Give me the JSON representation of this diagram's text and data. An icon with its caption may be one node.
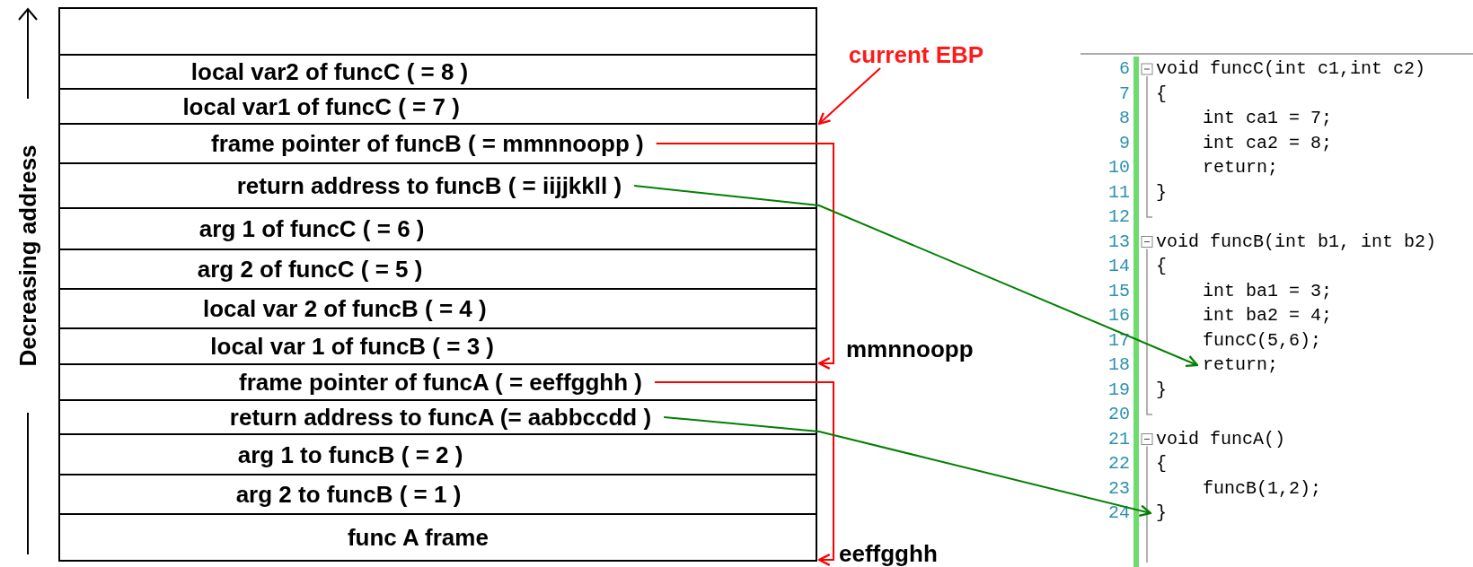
{
  "diagram": {
    "nodes": [
      {
        "text": [],
        "shape": "box"
      },
      {
        "text": [
          "local var2 of funcC ( = 8 )"
        ]
      },
      {
        "text": [
          "local var1 of funcC ( = 7 )"
        ]
      },
      {
        "text": [
          "frame pointer of funcB ( = mmnnoopp )"
        ]
      },
      {
        "text": [
          "return address to funcB ( = iijjkkll )"
        ]
      },
      {
        "text": [
          "arg 1 of funcC ( = 6 )"
        ]
      },
      {
        "text": [
          "arg 2 of funcC ( = 5 )"
        ]
      },
      {
        "text": [
          "local var 2 of funcB ( = 4 )"
        ]
      },
      {
        "text": [
          "local var 1 of funcB ( = 3 )"
        ]
      },
      {
        "text": [
          "frame pointer of funcA ( = eeffgghh )"
        ]
      },
      {
        "text": [
          "return address to funcA (= aabbccdd )"
        ]
      },
      {
        "text": [
          "arg 1 to funcB ( = 2 )"
        ]
      },
      {
        "text": [
          "arg 2 to funcB ( = 1 )"
        ]
      },
      {
        "text": [
          "func A frame"
        ]
      },
      {
        "text": [
          "current EBP"
        ]
      },
      {
        "text": [
          "void funcC(int c1,int c2)"
        ]
      },
      {
        "text": [
          "{"
        ]
      },
      {
        "text": [
          "int ca1 = 7;"
        ]
      },
      {
        "text": [
          "int ca2 = 8;"
        ]
      },
      {
        "text": [
          "return;"
        ]
      },
      {
        "text": [
          "}"
        ]
      },
      {
        "text": [
          "void funcB(int b1, int b2)"
        ]
      },
      {
        "text": [
          "{"
        ]
      },
      {
        "text": [
          "int ba1 = 3;"
        ]
      },
      {
        "text": [
          "int ba2 = 4;"
        ]
      },
      {
        "text": [
          "funcC(5,6);"
        ]
      },
      {
        "text": [
          "return;"
        ]
      },
      {
        "text": [
          "}"
        ]
      },
      {
        "text": [
          "void funcA()"
        ]
      },
      {
        "text": [
          "{"
        ]
      },
      {
        "text": [
          "funcB(1,2);"
        ]
      },
      {
        "text": [
          "}"
        ]
      }
    ],
    "edges": [
      {
        "from": 14,
        "to": 3,
        "arrow": "to"
      },
      {
        "from": 3,
        "to": 8,
        "arrow": "to"
      },
      {
        "from": 9,
        "to": 13,
        "arrow": "to"
      },
      {
        "from": 4,
        "to": 26,
        "arrow": "to",
        "color": "#008000"
      },
      {
        "from": 10,
        "to": 31,
        "arrow": "to",
        "color": "#008000"
      }
    ],
    "labels": [
      "Decreasing address",
      "mmnnoopp",
      "eeffgghh",
      "6",
      "7",
      "8",
      "9",
      "10",
      "11",
      "12",
      "13",
      "14",
      "15",
      "16",
      "17",
      "18",
      "19",
      "20",
      "21",
      "22",
      "23",
      "24"
    ]
  }
}
